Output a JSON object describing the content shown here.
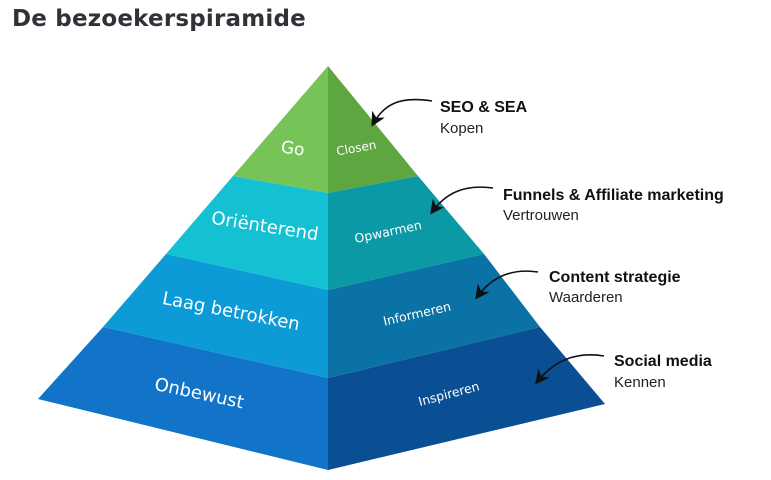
{
  "page": {
    "title": "De bezoekerspiramide"
  },
  "pyramid": {
    "levels": [
      {
        "left_label": "Go",
        "right_label": "Closen",
        "left_color": "#76c358",
        "right_color": "#5ea640"
      },
      {
        "left_label": "Oriënterend",
        "right_label": "Opwarmen",
        "left_color": "#14c1d3",
        "right_color": "#0b99a6"
      },
      {
        "left_label": "Laag betrokken",
        "right_label": "Informeren",
        "left_color": "#0c9bd6",
        "right_color": "#0a72a4"
      },
      {
        "left_label": "Onbewust",
        "right_label": "Inspireren",
        "left_color": "#1174c9",
        "right_color": "#0a4f93"
      }
    ]
  },
  "annotations": [
    {
      "title": "SEO & SEA",
      "subtitle": "Kopen"
    },
    {
      "title": "Funnels & Affiliate marketing",
      "subtitle": "Vertrouwen"
    },
    {
      "title": "Content strategie",
      "subtitle": "Waarderen"
    },
    {
      "title": "Social media",
      "subtitle": "Kennen"
    }
  ]
}
